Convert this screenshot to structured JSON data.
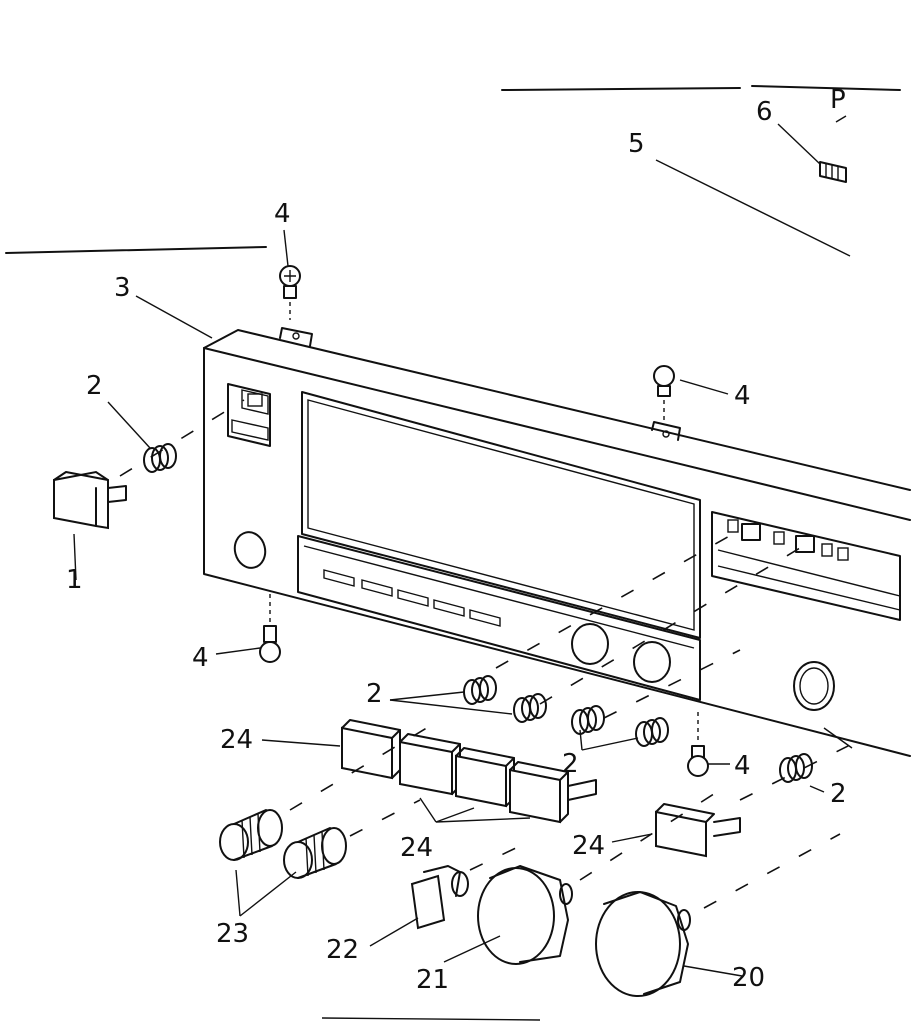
{
  "callouts": {
    "c1": "1",
    "c2a": "2",
    "c2b": "2",
    "c2c": "2",
    "c2d": "2",
    "c3": "3",
    "c4a": "4",
    "c4b": "4",
    "c4c": "4",
    "c4d": "4",
    "c5": "5",
    "c6": "6",
    "c20": "20",
    "c21": "21",
    "c22": "22",
    "c23": "23",
    "c24a": "24",
    "c24b": "24",
    "c24c": "24",
    "cP": "P"
  }
}
